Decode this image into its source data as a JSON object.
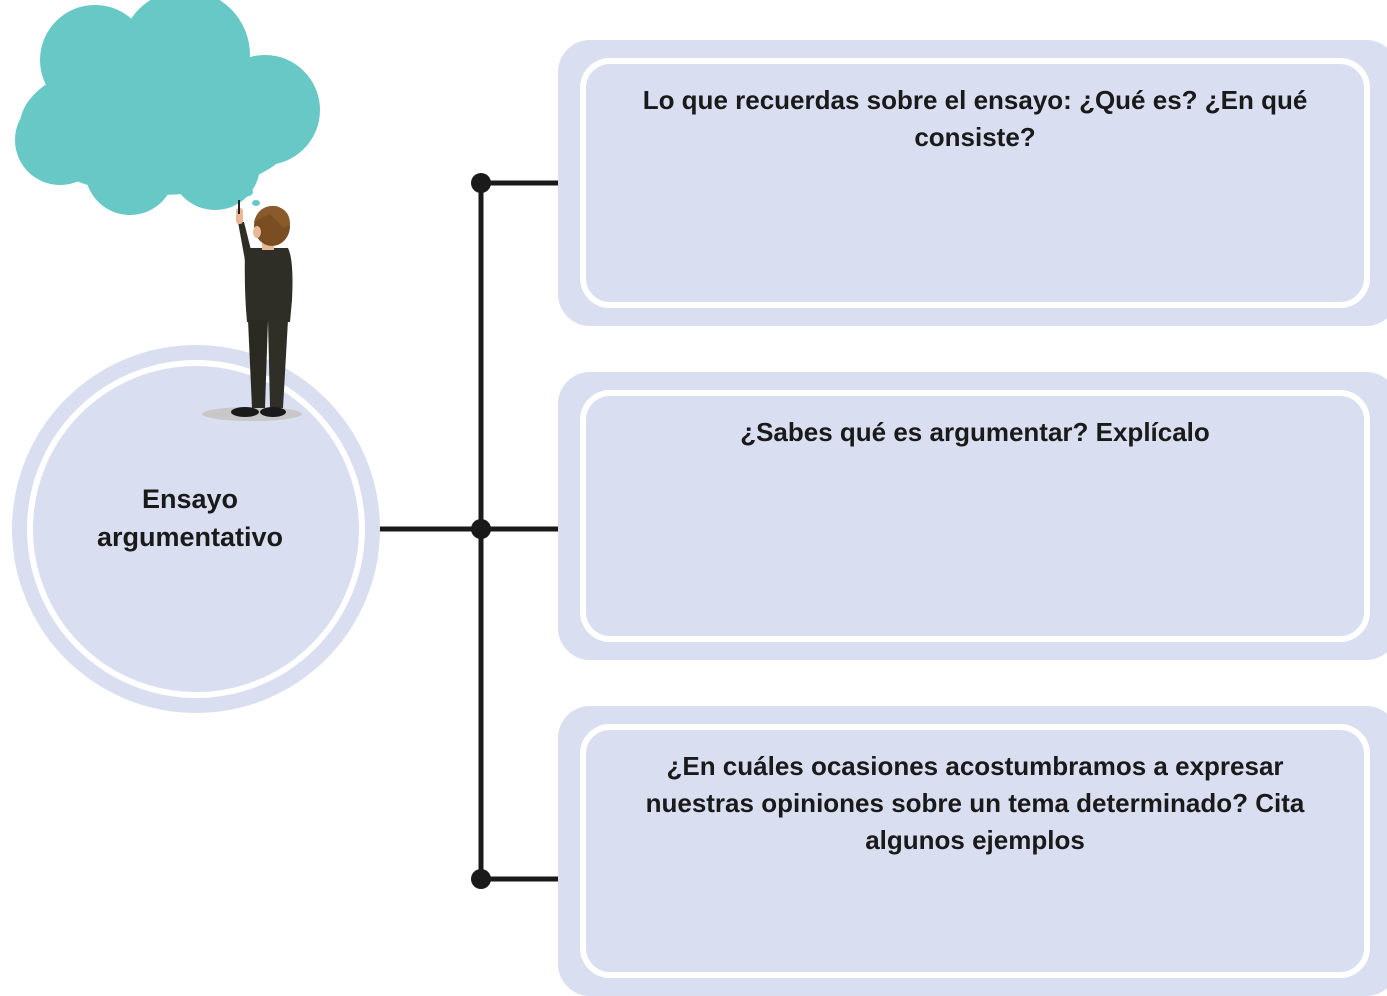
{
  "central_topic": {
    "label": "Ensayo\nargumentativo"
  },
  "questions": [
    {
      "text": "Lo que recuerdas sobre el ensayo: ¿Qué es? ¿En qué consiste?"
    },
    {
      "text": "¿Sabes qué es argumentar? Explícalo"
    },
    {
      "text": "¿En cuáles ocasiones acostumbramos a expresar nuestras opiniones sobre un tema determinado? Cita algunos ejemplos"
    }
  ],
  "colors": {
    "cloud": "#67c8c6",
    "box_fill": "#d9def1",
    "box_border": "#ffffff",
    "hub_fill": "#d9def1",
    "connector": "#1a1a1a",
    "suit": "#2f2e26",
    "hair": "#7a4d22",
    "skin": "#e8b896"
  },
  "icons": [
    "thought-cloud-icon",
    "thinking-man-illustration"
  ]
}
